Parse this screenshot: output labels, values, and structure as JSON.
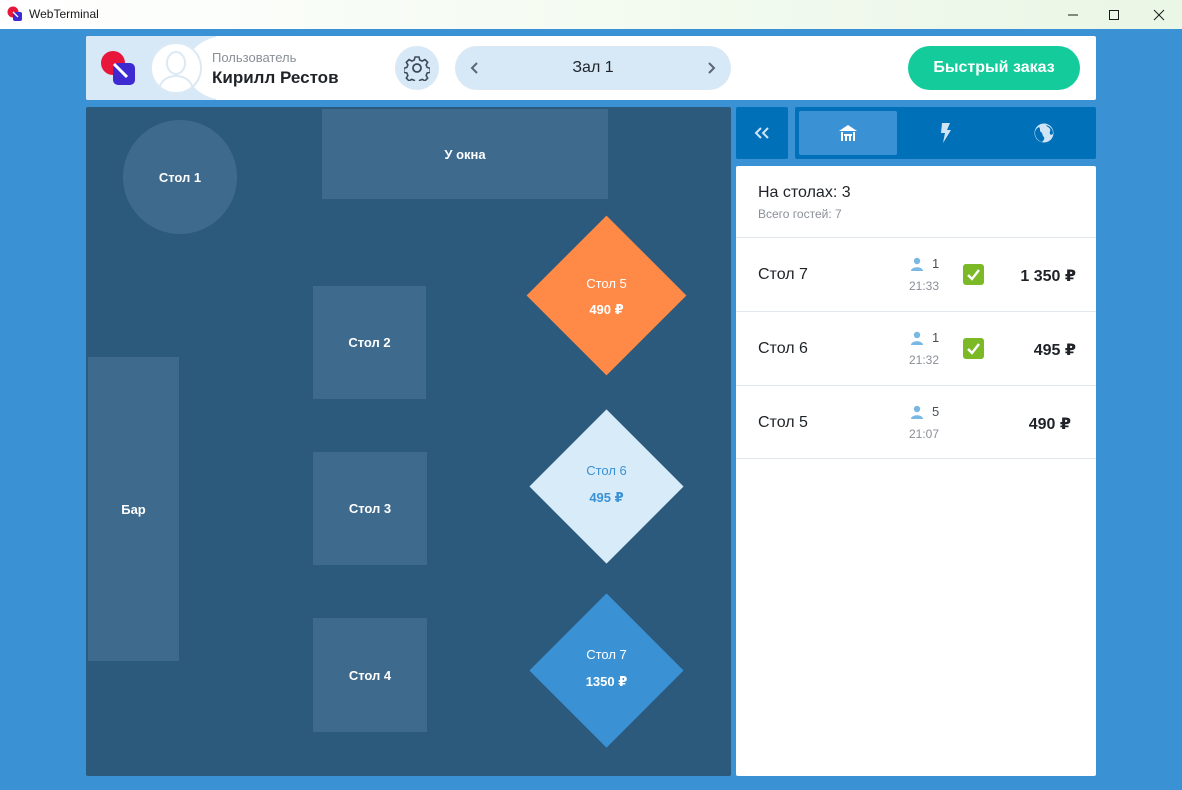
{
  "window": {
    "title": "WebTerminal"
  },
  "header": {
    "user_role": "Пользователь",
    "user_name": "Кирилл Рестов",
    "hall_name": "Зал 1",
    "quick_order_label": "Быстрый заказ"
  },
  "hall": {
    "tables": [
      {
        "name": "Стол 1"
      },
      {
        "name": "У окна"
      },
      {
        "name": "Стол 2"
      },
      {
        "name": "Стол 3"
      },
      {
        "name": "Стол 4"
      },
      {
        "name": "Бар"
      }
    ],
    "busy_tables": [
      {
        "name": "Стол 5",
        "sum": "490 ₽",
        "color": "#ff8a48",
        "text_color": "#ffffff"
      },
      {
        "name": "Стол 6",
        "sum": "495 ₽",
        "color": "#d8ebf8",
        "text_color": "#3a92d5"
      },
      {
        "name": "Стол 7",
        "sum": "1350 ₽",
        "color": "#3a92d5",
        "text_color": "#ffffff"
      }
    ]
  },
  "panel": {
    "tabs": [
      "tables-icon",
      "lightning-icon",
      "globe-icon"
    ],
    "summary_title": "На столах: 3",
    "summary_sub": "Всего гостей: 7",
    "orders": [
      {
        "table": "Стол 7",
        "guests": "1",
        "time": "21:33",
        "checked": true,
        "sum": "1 350 ₽"
      },
      {
        "table": "Стол 6",
        "guests": "1",
        "time": "21:32",
        "checked": true,
        "sum": "495 ₽"
      },
      {
        "table": "Стол 5",
        "guests": "5",
        "time": "21:07",
        "checked": false,
        "sum": "490 ₽"
      }
    ]
  },
  "colors": {
    "accent": "#3a92d5",
    "dark_blue": "#0070b8",
    "hall_bg": "#2c5a7d",
    "table_bg": "#3e6a8e",
    "quick_order": "#14cc9b",
    "check": "#7cb927"
  }
}
